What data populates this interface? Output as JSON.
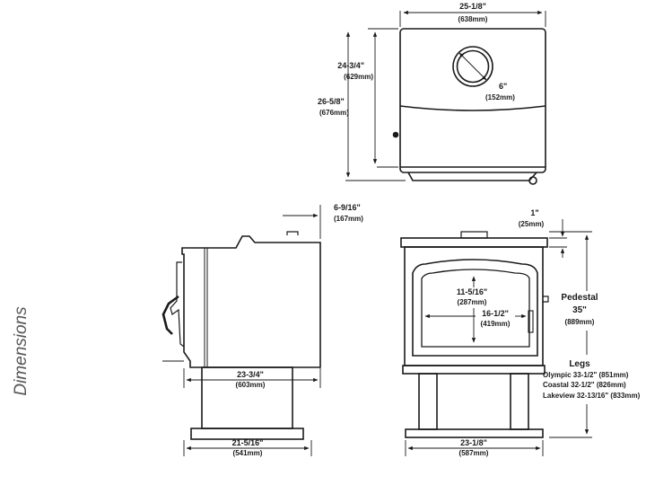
{
  "side_label": "Dimensions",
  "top_view": {
    "width_in": "25-1/8\"",
    "width_mm": "(638mm)",
    "depth_top_in": "24-3/4\"",
    "depth_top_mm": "(629mm)",
    "depth_total_in": "26-5/8\"",
    "depth_total_mm": "(676mm)",
    "flue_in": "6\"",
    "flue_mm": "(152mm)"
  },
  "side_view": {
    "flue_offset_in": "6-9/16\"",
    "flue_offset_mm": "(167mm)",
    "body_depth_in": "23-3/4\"",
    "body_depth_mm": "(603mm)",
    "base_depth_in": "21-5/16\"",
    "base_depth_mm": "(541mm)"
  },
  "front_view": {
    "top_in": "1\"",
    "top_mm": "(25mm)",
    "door_h_in": "11-5/16\"",
    "door_h_mm": "(287mm)",
    "door_w_in": "16-1/2\"",
    "door_w_mm": "(419mm)",
    "base_w_in": "23-1/8\"",
    "base_w_mm": "(587mm)",
    "pedestal_label": "Pedestal",
    "pedestal_in": "35\"",
    "pedestal_mm": "(889mm)",
    "legs_label": "Legs",
    "legs": [
      "Olympic 33-1/2\" (851mm)",
      "Coastal 32-1/2\" (826mm)",
      "Lakeview 32-13/16\" (833mm)"
    ]
  }
}
